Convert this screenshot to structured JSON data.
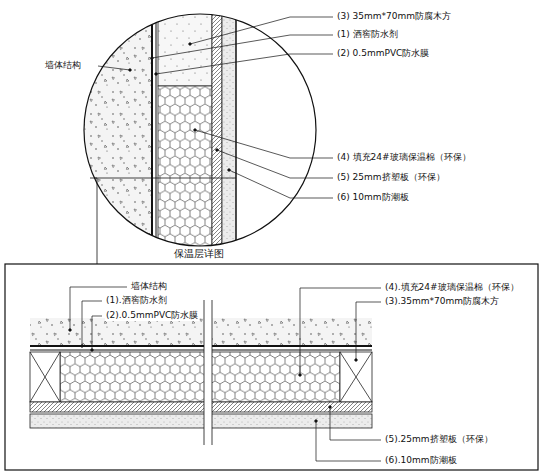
{
  "diagram": {
    "title": "保温层详图",
    "labels": [
      "(3) 35mm*70mm防腐木方",
      "(1) 酒窖防水剂",
      "(2) 0.5mmPVC防水膜",
      "墙体结构",
      "(4) 填充24#玻璃保温棉（环保）",
      "(5) 25mm挤塑板（环保）",
      "(6) 10mm防潮板",
      "墙体结构",
      "(1).酒窖防水剂",
      "(2).0.5mmPVC防水膜",
      "(4).填充24#玻璃保温棉（环保）",
      "(3).35mm*70mm防腐木方",
      "(5).25mm挤塑板（环保）",
      "(6).10mm防潮板"
    ]
  }
}
